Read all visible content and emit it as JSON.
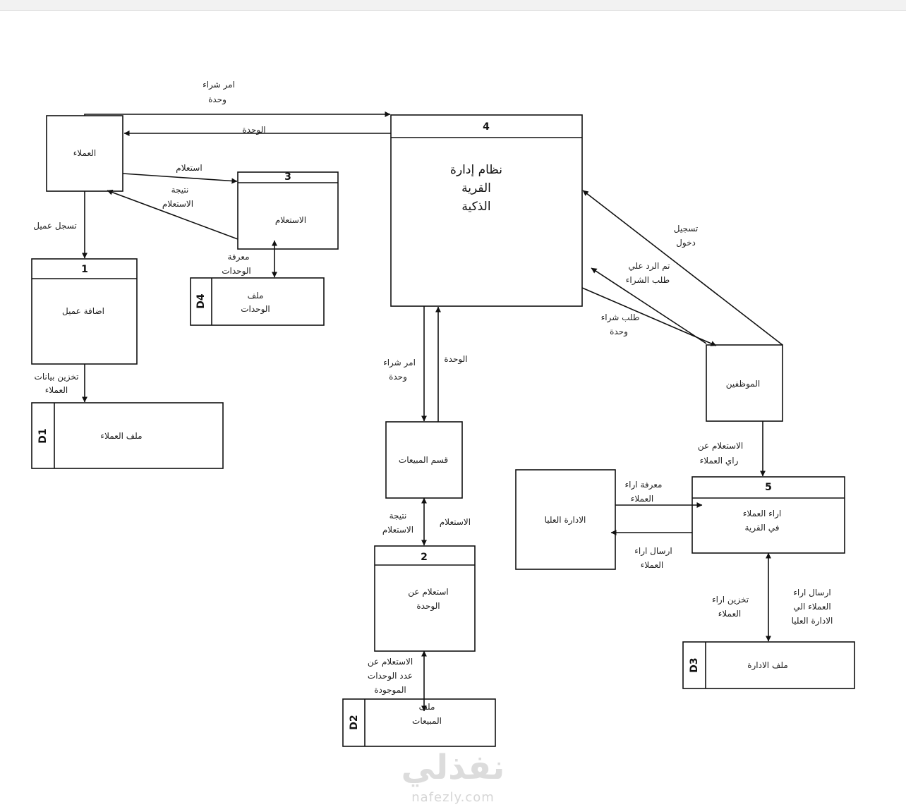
{
  "entities": {
    "customers": "العملاء",
    "employees": "الموظفين",
    "sales_dept": "قسم المبيعات",
    "top_management": "الادارة العليا"
  },
  "processes": {
    "p1": {
      "number": "1",
      "line1": "اضافة عميل",
      "line2": ""
    },
    "p2": {
      "number": "2",
      "line1": "استعلام عن",
      "line2": "الوحدة"
    },
    "p3": {
      "number": "3",
      "line1": "الاستعلام",
      "line2": ""
    },
    "p4": {
      "number": "4",
      "line1": "نظام إدارة",
      "line2": "القرية",
      "line3": "الذكية"
    },
    "p5": {
      "number": "5",
      "line1": "اراء العملاء",
      "line2": "في القرية"
    }
  },
  "stores": {
    "d1": {
      "id": "D1",
      "line1": "ملف العملاء",
      "line2": ""
    },
    "d2": {
      "id": "D2",
      "line1": "ملف",
      "line2": "المبيعات"
    },
    "d3": {
      "id": "D3",
      "line1": "ملف الادارة",
      "line2": ""
    },
    "d4": {
      "id": "D4",
      "line1": "ملف",
      "line2": "الوحدات"
    }
  },
  "flows": {
    "purchase_order_top": [
      "امر شراء",
      "وحدة"
    ],
    "unit_top": [
      "الوحدة"
    ],
    "inquiry_c3": [
      "استعلام"
    ],
    "inquiry_result_c3": [
      "نتيجة",
      "الاستعلام"
    ],
    "register_customer": [
      "تسجل عميل"
    ],
    "know_units": [
      "معرفة",
      "الوحدات"
    ],
    "store_customer_data": [
      "تخزين بيانات",
      "العملاء"
    ],
    "purchase_order_sales": [
      "امر شراء",
      "وحدة"
    ],
    "unit_sales": [
      "الوحدة"
    ],
    "inquiry_result_sales": [
      "نتيجة",
      "الاستعلام"
    ],
    "inquiry_sales": [
      "الاستعلام"
    ],
    "inquiry_units_count": [
      "الاستعلام عن",
      "عدد الوحدات",
      "الموجودة"
    ],
    "login": [
      "تسجيل",
      "دخول"
    ],
    "reply_purchase": [
      "تم الرد علي",
      "طلب الشراء"
    ],
    "purchase_request": [
      "طلب شراء",
      "وحدة"
    ],
    "inquiry_opinion": [
      "الاستعلام عن",
      "راي العملاء"
    ],
    "know_opinions": [
      "معرفة اراء",
      "العملاء"
    ],
    "send_opinions": [
      "ارسال اراء",
      "العملاء"
    ],
    "store_opinions": [
      "تخزين اراء",
      "العملاء"
    ],
    "send_opinions_mgmt": [
      "ارسال اراء",
      "العملاء الي",
      "الادارة العليا"
    ]
  },
  "watermark": {
    "arabic": "نفذلي",
    "latin": "nafezly.com"
  }
}
